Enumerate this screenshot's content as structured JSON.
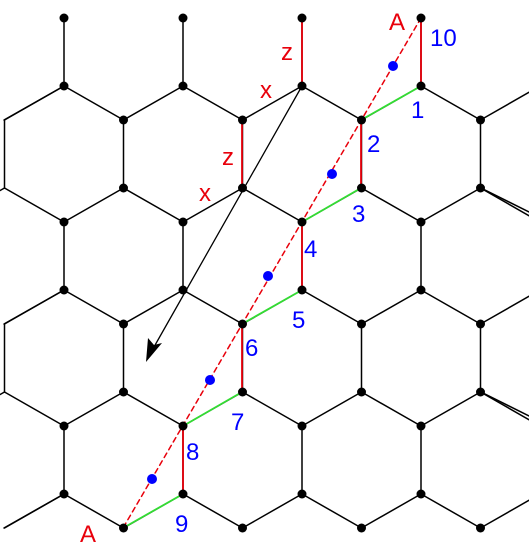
{
  "colors": {
    "background": "#ffffff",
    "bond": "#000000",
    "site": "#000000",
    "cut_bond": "#e8000b",
    "chain_bond": "#33dd33",
    "cut_line": "#e8000b",
    "midpoint_dot": "#0000ff",
    "site_number": "#0000ff",
    "bond_type_label": "#e8000b",
    "arrow": "#000000"
  },
  "labels": {
    "cut_start": "A",
    "cut_end": "A",
    "z_bond_upper": "z",
    "x_bond_upper": "x",
    "z_bond_lower": "z",
    "x_bond_lower": "x"
  },
  "site_numbers": [
    "1",
    "2",
    "3",
    "4",
    "5",
    "6",
    "7",
    "8",
    "9",
    "10"
  ]
}
